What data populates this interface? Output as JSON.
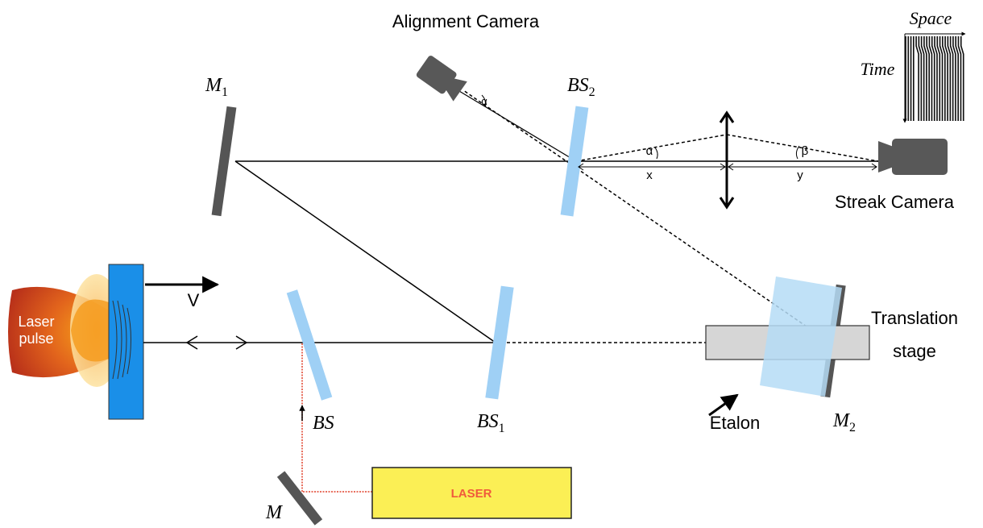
{
  "labels": {
    "alignment_camera": "Alignment Camera",
    "streak_camera": "Streak Camera",
    "translation_stage_1": "Translation",
    "translation_stage_2": "stage",
    "etalon": "Etalon",
    "laser_pulse_1": "Laser",
    "laser_pulse_2": "pulse",
    "laser": "LASER",
    "velocity": "V",
    "space": "Space",
    "time": "Time",
    "alpha": "α",
    "beta": "β",
    "x": "x",
    "y": "y"
  },
  "components": {
    "m1": {
      "main": "M",
      "sub": "1"
    },
    "m2": {
      "main": "M",
      "sub": "2"
    },
    "m": {
      "main": "M"
    },
    "bs": {
      "main": "BS"
    },
    "bs1": {
      "main": "BS",
      "sub": "1"
    },
    "bs2": {
      "main": "BS",
      "sub": "2"
    }
  },
  "colors": {
    "mirror": "#555555",
    "beamsplitter": "#9fd0f5",
    "sample": "#1a8fe8",
    "laser_box": "#fbef55",
    "laser_text": "#f05a3c",
    "laser_line": "#e0402a",
    "stage": "#d6d6d6",
    "etalon": "#b5dcf6",
    "pulse_outer": "#c8361a",
    "pulse_inner": "#f5a623",
    "camera": "#585858"
  },
  "streak_image": {
    "stripes": 22
  }
}
